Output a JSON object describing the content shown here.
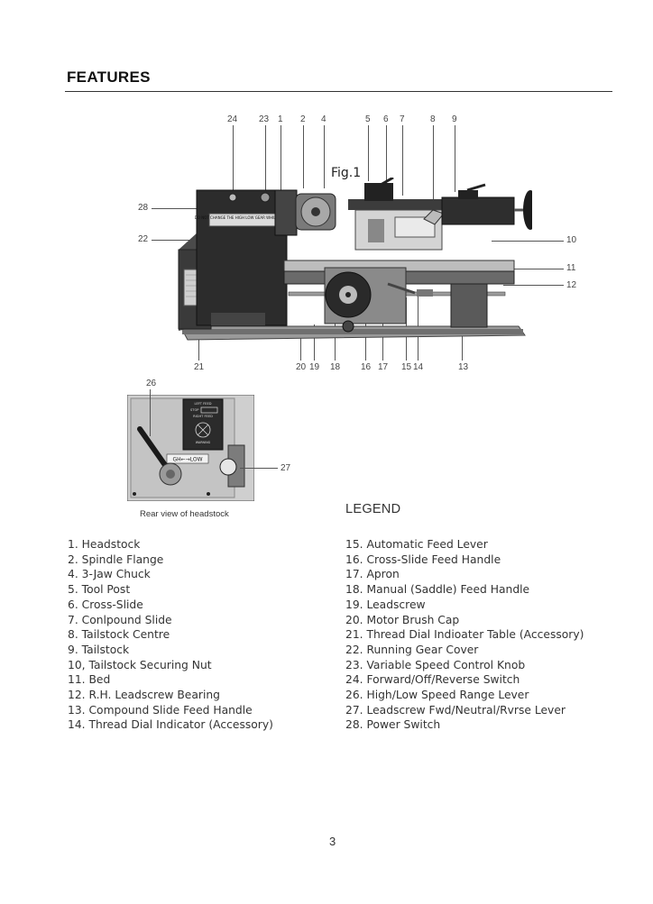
{
  "page": {
    "heading": "FEATURES",
    "figure_label": "Fig.1",
    "inset_caption": "Rear view of headstock",
    "legend_title": "LEGEND",
    "page_number": "3"
  },
  "callouts": {
    "top": [
      "24",
      "23",
      "1",
      "2",
      "4",
      "5",
      "6",
      "7",
      "8",
      "9"
    ],
    "left": [
      "28",
      "22"
    ],
    "right": [
      "10",
      "11",
      "12"
    ],
    "bottom": [
      "21",
      "20",
      "19",
      "18",
      "16",
      "17",
      "15",
      "14",
      "13"
    ],
    "inset": [
      "26",
      "27"
    ]
  },
  "machine_labels": {
    "warning_plate": "DO NOT CHANGE THE HIGH LOW GEAR WHILE RUNNING",
    "panel_left_feed": "LEFT FEED",
    "panel_stop": "STOP",
    "panel_right_feed": "RIGHT FEED",
    "panel_warning": "WARNING",
    "range_lever": "GH←→LOW"
  },
  "legend": {
    "left": [
      "1. Headstock",
      "2. Spindle Flange",
      "4. 3-Jaw Chuck",
      "5. Tool Post",
      "6. Cross-Slide",
      "7. Conlpound Slide",
      "8. Tailstock Centre",
      "9. Tailstock",
      "10, Tailstock Securing Nut",
      "11. Bed",
      "12. R.H. Leadscrew Bearing",
      "13. Compound Slide Feed Handle",
      "14. Thread Dial Indicator (Accessory)"
    ],
    "right": [
      "15. Automatic Feed Lever",
      "16. Cross-Slide Feed Handle",
      "17. Apron",
      "18. Manual (Saddle) Feed Handle",
      "19. Leadscrew",
      "20. Motor Brush Cap",
      "21. Thread Dial Indioater Table (Accessory)",
      "22. Running Gear Cover",
      "23. Variable Speed Control Knob",
      "24. Forward/Off/Reverse Switch",
      "26. High/Low Speed Range Lever",
      "27. Leadscrew Fwd/Neutral/Rvrse Lever",
      "28. Power Switch"
    ]
  }
}
